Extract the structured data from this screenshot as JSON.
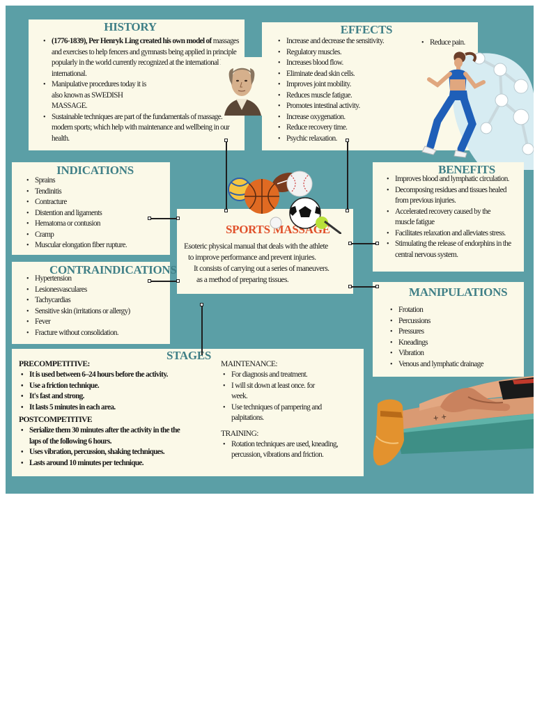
{
  "history": {
    "title": "HISTORY",
    "items": [
      "(1776-1839), Per Henryk Ling created his own model of massages and exercises to help fencers and gymnasts being applied in principle popularly in the world currently recognized at the international level international.",
      "Manipulative procedures today it is also known as SWEDISH MASSAGE.",
      "Sustainable techniques are part of the fundamentals of massage. modern sports; which help with maintenance and wellbeing in our health."
    ],
    "bold_lead": "(1776-1839), Per Henryk Ling created his own model of"
  },
  "effects": {
    "title": "EFFECTS",
    "items": [
      "Increase and decrease the sensitivity.",
      "Regulatory muscles.",
      "Increases blood flow.",
      "Eliminate dead skin cells.",
      "Improves joint mobility.",
      "Reduces muscle fatigue.",
      "Promotes intestinal activity.",
      "Increase oxygenation.",
      "Reduce recovery time.",
      "Psychic relaxation."
    ],
    "extra_item": "Reduce pain."
  },
  "indications": {
    "title": "INDICATIONS",
    "items": [
      "Sprains",
      "Tendinitis",
      "Contracture",
      "Distention and ligaments",
      "Hematoma or contusion",
      "Cramp",
      "Muscular elongation fiber rupture."
    ]
  },
  "contraindications": {
    "title": "CONTRAINDICATIONS",
    "items": [
      "Hypertension",
      "Lesionesvasculares",
      "Tachycardias",
      "Sensitive skin (irritations or allergy)",
      "Fever",
      "Fracture without consolidation."
    ]
  },
  "center": {
    "title": "SPORTS MASSAGE",
    "line1": "Esoteric physical manual that deals with the athlete",
    "line2": "to improve performance and prevent injuries.",
    "line3": "It consists of carrying out a series of maneuvers.",
    "line4": "as a method of preparing tissues."
  },
  "benefits": {
    "title": "BENEFITS",
    "items": [
      "Improves blood and lymphatic circulation.",
      "Decomposing residues and tissues healed from previous injuries.",
      "Accelerated recovery caused by the muscle fatigue",
      "Facilitates relaxation and alleviates stress.",
      "Stimulating the release of endorphins in the central nervous system."
    ]
  },
  "manipulations": {
    "title": "MANIPULATIONS",
    "items": [
      "Frotation",
      "Percussions",
      "Pressures",
      "Kneadings",
      "Vibration",
      "Venous and lymphatic drainage"
    ]
  },
  "stages": {
    "title": "STAGES",
    "precompetitive": {
      "heading": "PRECOMPETITIVE:",
      "items": [
        "It is used between 6–24 hours before the activity.",
        "Use a friction technique.",
        "It's fast and strong.",
        "It lasts 5 minutes in each area."
      ]
    },
    "postcompetitive": {
      "heading": "POSTCOMPETITIVE",
      "items": [
        "Serialize them 30 minutes after the activity in the the laps of the following 6 hours.",
        "Uses vibration, percussion, shaking techniques.",
        "Lasts around 10 minutes per technique."
      ]
    },
    "maintenance": {
      "heading": "MAINTENANCE:",
      "items": [
        "For diagnosis and treatment.",
        "I will sit down at least once. for week.",
        "Use techniques of pampering and palpitations."
      ]
    },
    "training": {
      "heading": "TRAINING:",
      "items": [
        "Rotation techniques are used, kneading, percussion, vibrations and friction."
      ]
    }
  },
  "colors": {
    "background": "#5b9fa6",
    "box": "#fbf9e8",
    "title": "#3f7f86",
    "center_title": "#e0502a"
  }
}
